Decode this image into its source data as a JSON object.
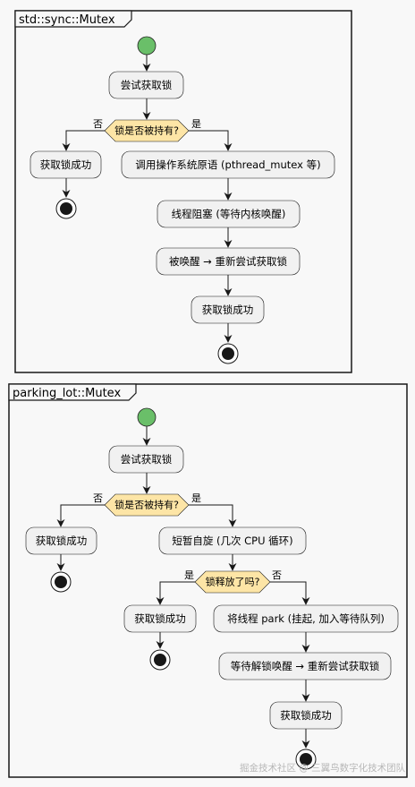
{
  "diagrams": [
    {
      "title": "std::sync::Mutex",
      "actions": {
        "try_lock": "尝试获取锁",
        "acquire_left": "获取锁成功",
        "os_call": "调用操作系统原语 (pthread_mutex 等)",
        "block": "线程阻塞 (等待内核唤醒)",
        "wakeup": "被唤醒 → 重新尝试获取锁",
        "acquire_final": "获取锁成功"
      },
      "decision": {
        "question": "锁是否被持有?",
        "left_label": "否",
        "right_label": "是"
      }
    },
    {
      "title": "parking_lot::Mutex",
      "actions": {
        "try_lock": "尝试获取锁",
        "acquire_left": "获取锁成功",
        "spin": "短暂自旋 (几次 CPU 循环)",
        "acquire_mid": "获取锁成功",
        "park": "将线程 park (挂起, 加入等待队列)",
        "wait_unlock": "等待解锁唤醒 → 重新尝试获取锁",
        "acquire_final": "获取锁成功"
      },
      "decision": {
        "question": "锁是否被持有?",
        "left_label": "否",
        "right_label": "是"
      },
      "decision2": {
        "question": "锁释放了吗?",
        "left_label": "是",
        "right_label": "否"
      }
    }
  ],
  "watermark": "掘金技术社区 @ 三翼鸟数字化技术团队",
  "colors": {
    "start": "#6abf69",
    "decision": "#fde5a6",
    "activity": "#f1f1f1",
    "line": "#181818"
  }
}
